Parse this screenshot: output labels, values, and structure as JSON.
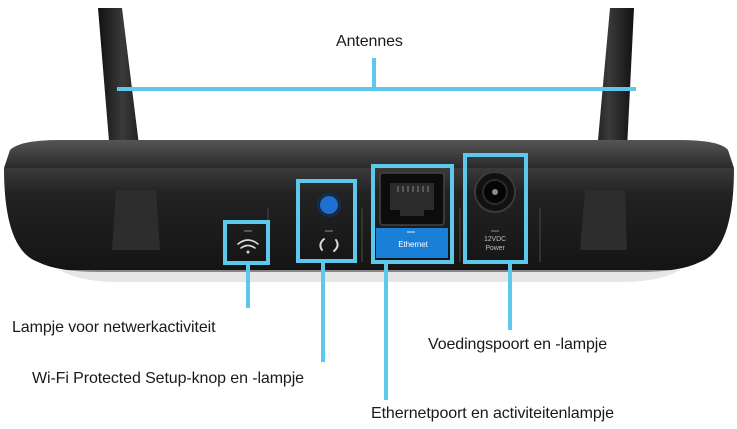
{
  "diagram": {
    "labels": {
      "antennas": "Antennes",
      "network_activity_light": "Lampje voor netwerkactiviteit",
      "wps_button": "Wi-Fi Protected Setup-knop en -lampje",
      "ethernet_port": "Ethernetpoort en activiteitenlampje",
      "power_port": "Voedingspoort en -lampje"
    },
    "device_markings": {
      "ethernet": "Ethernet",
      "power_rating": "12VDC",
      "power": "Power"
    },
    "colors": {
      "callout": "#5cc8ec",
      "device_body": "#1e1e1e",
      "ethernet_label_bg": "#1a7fd6",
      "wps_led": "#1e6fd0"
    },
    "icons": [
      "wifi-icon",
      "wps-icon",
      "power-icon"
    ]
  }
}
